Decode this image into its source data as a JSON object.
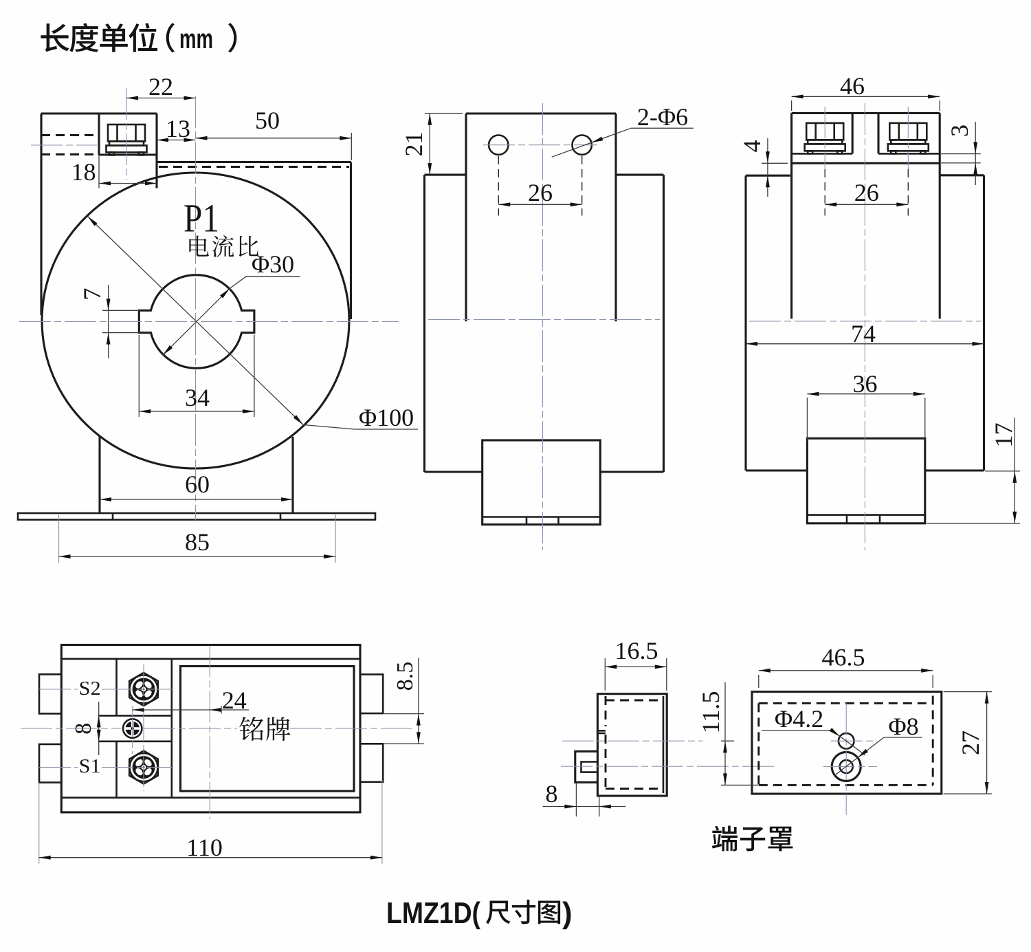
{
  "drawing_type": "engineering dimension drawing",
  "unit_note": {
    "cjk": "长度单位",
    "paren_open": "（",
    "latin": "mm",
    "paren_close": "）",
    "full": "长度单位（mm）"
  },
  "title": {
    "latin_prefix": "LMZ1D(",
    "cjk": "尺寸图",
    "latin_suffix": ")",
    "full": "LMZ1D(尺寸图)"
  },
  "front_view": {
    "label_p1": "P1",
    "label_ratio": "电流比",
    "dims": {
      "d22": "22",
      "d13": "13",
      "d50": "50",
      "d18": "18",
      "d7": "7",
      "d34": "34",
      "d60": "60",
      "d85": "85",
      "dia30": "Φ30",
      "dia100": "Φ100"
    }
  },
  "side_view": {
    "dims": {
      "d21": "21",
      "d26": "26",
      "holes": "2-Φ6"
    }
  },
  "end_view": {
    "dims": {
      "d46": "46",
      "d4": "4",
      "d3": "3",
      "d26": "26",
      "d74": "74",
      "d36": "36",
      "d17": "17"
    }
  },
  "top_view": {
    "label_s2": "S2",
    "label_s1": "S1",
    "label_nameplate": "铭牌",
    "dims": {
      "d24": "24",
      "d8": "8",
      "d8_5": "8.5",
      "d110": "110"
    }
  },
  "cover_views": {
    "label": "端子罩",
    "dims": {
      "d16_5": "16.5",
      "d8": "8",
      "d11_5": "11.5",
      "d46_5": "46.5",
      "d27": "27",
      "dia4_2": "Φ4.2",
      "dia8": "Φ8"
    }
  }
}
